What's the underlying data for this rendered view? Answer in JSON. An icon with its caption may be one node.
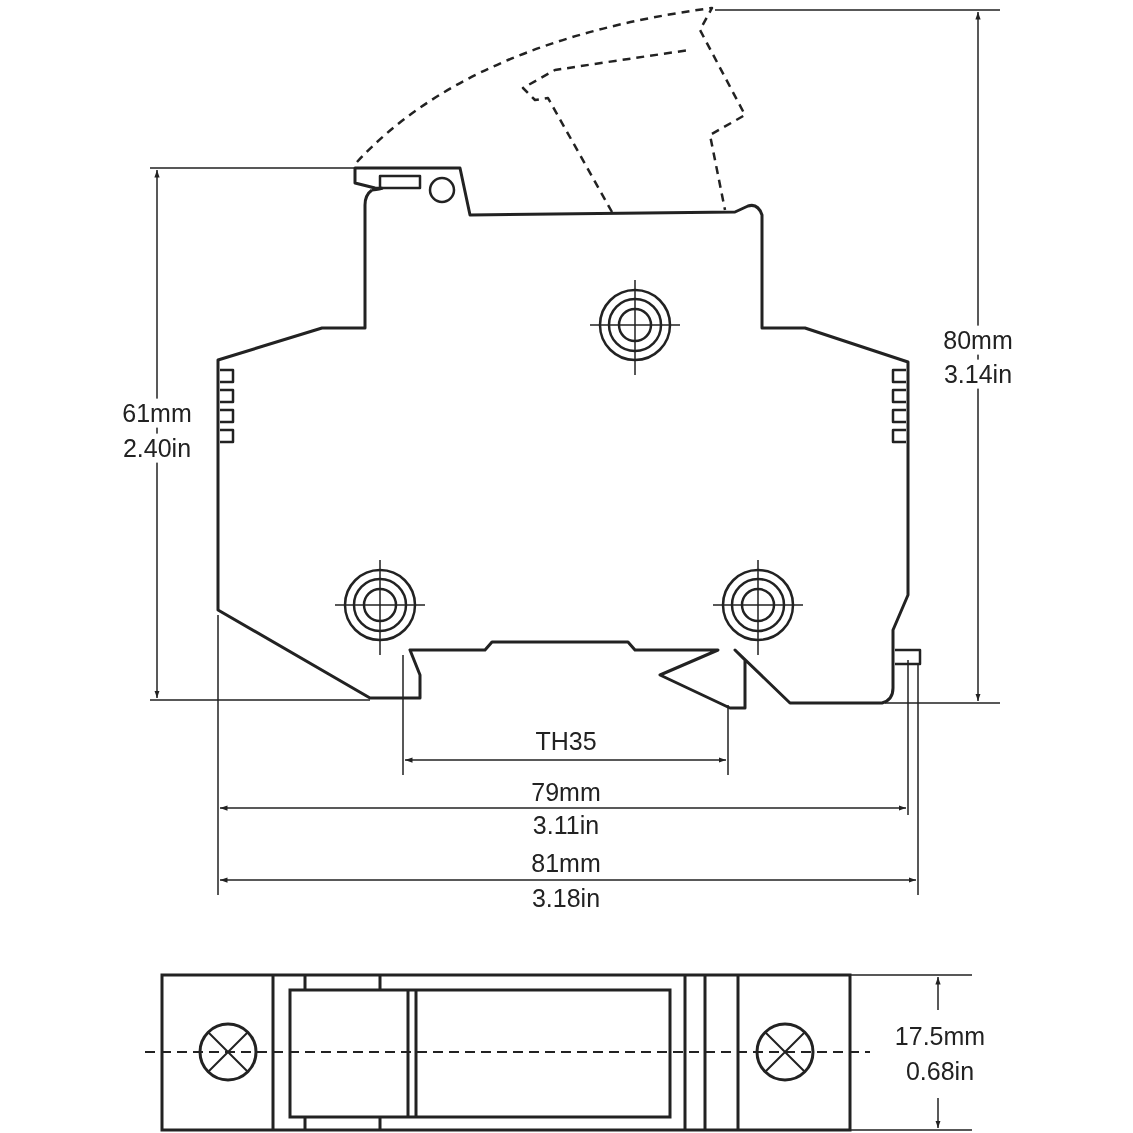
{
  "diagram": {
    "labels": [
      "80mm",
      "3.14in",
      "61mm",
      "2.40in",
      "TH35",
      "79mm",
      "3.11in",
      "81mm",
      "3.18in",
      "17.5mm",
      "0.68in"
    ]
  }
}
